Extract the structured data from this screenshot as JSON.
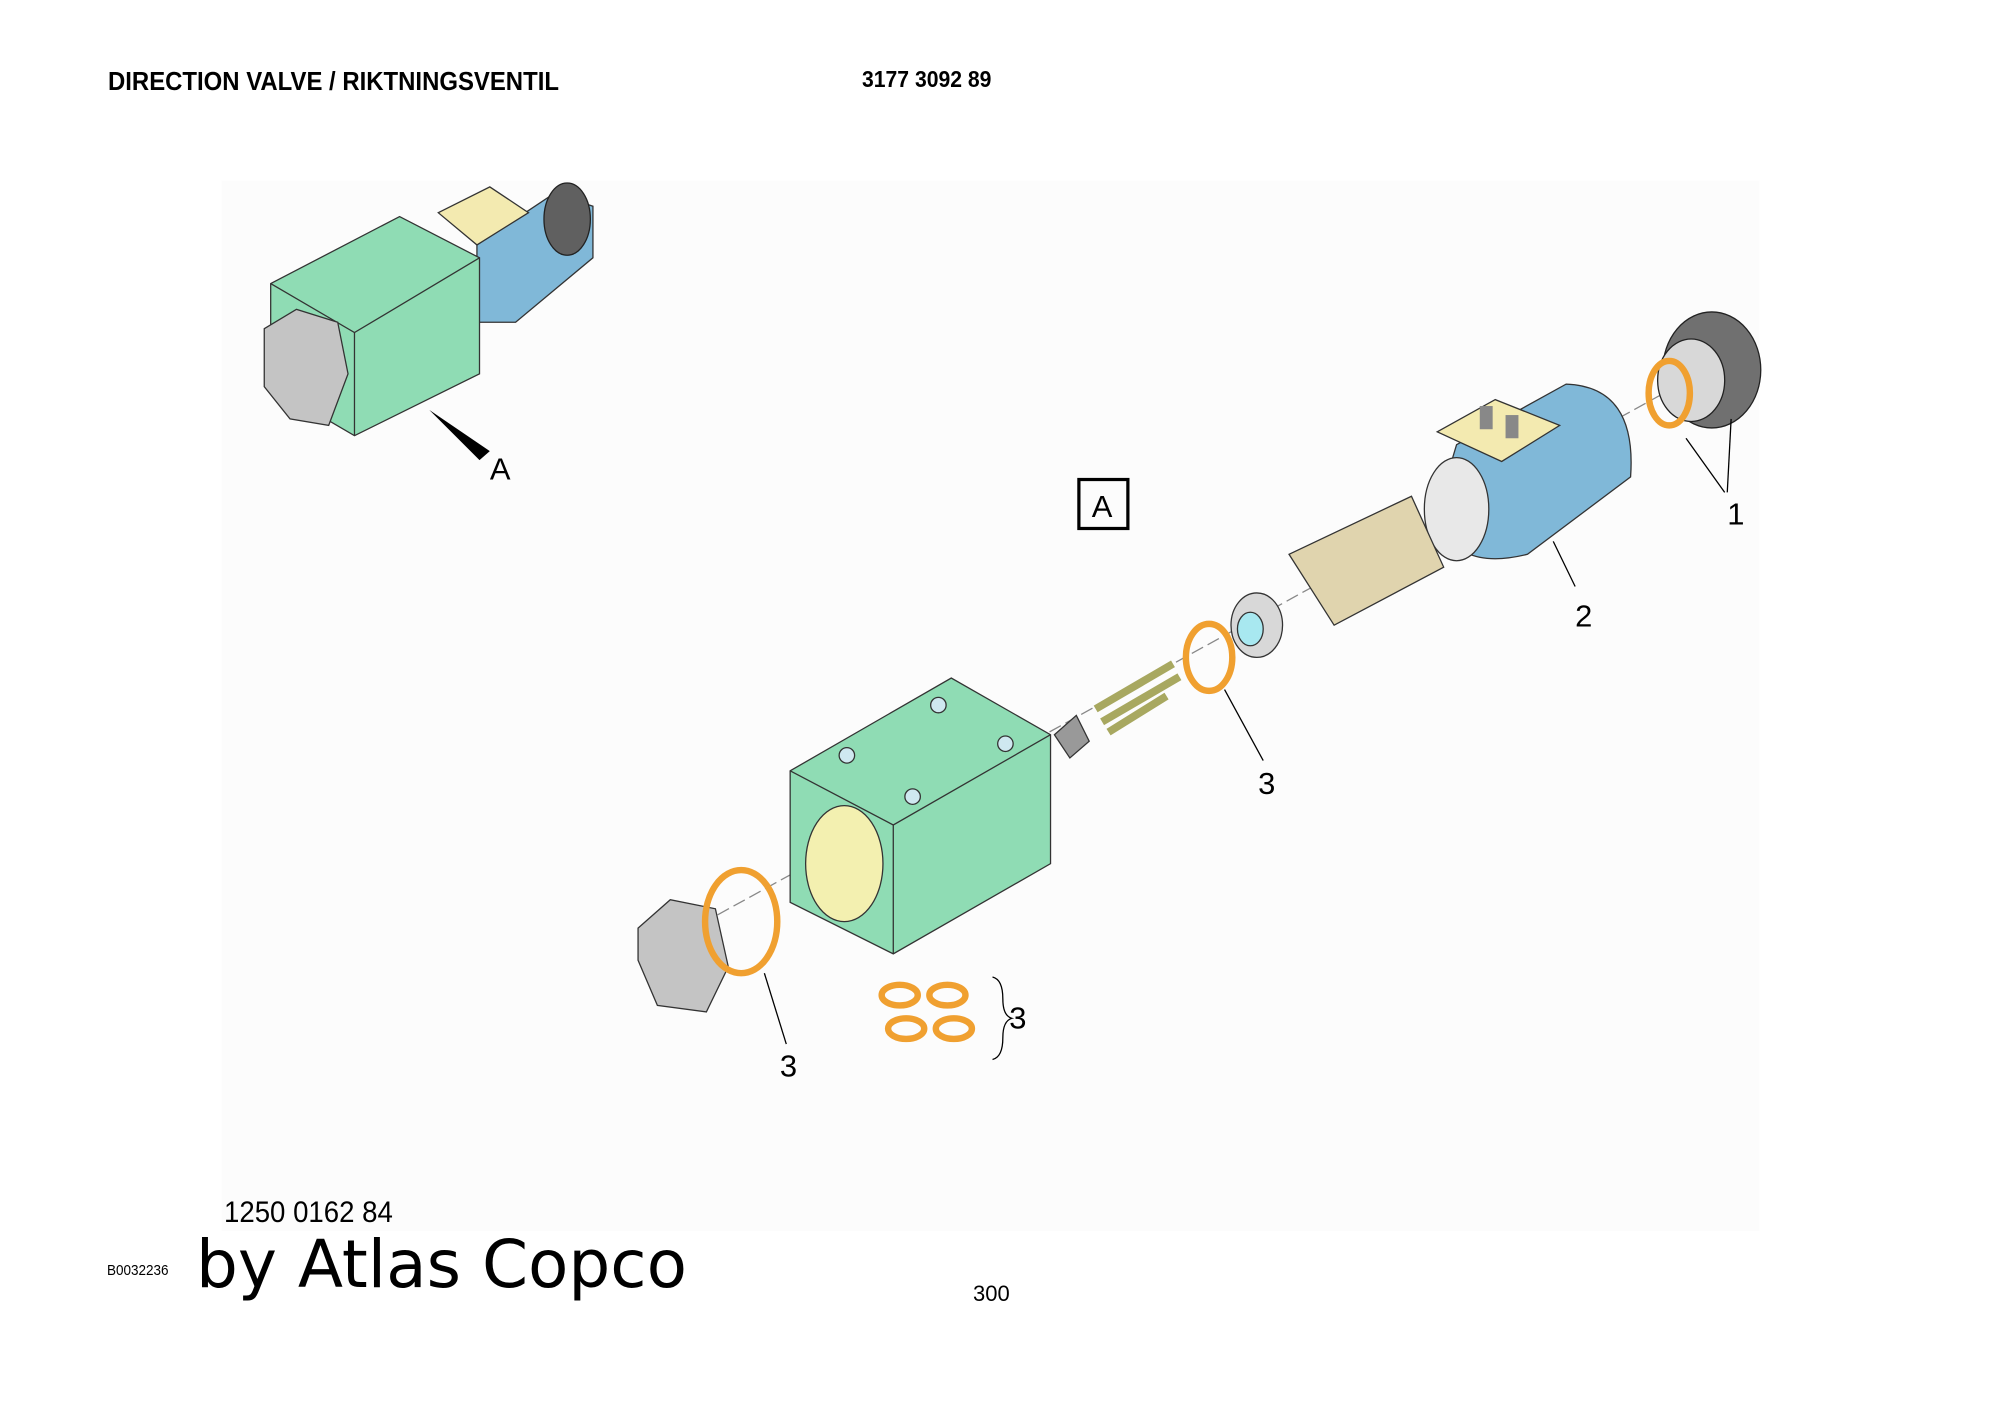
{
  "header": {
    "title": "DIRECTION VALVE / RIKTNINGSVENTIL",
    "part_number": "3177 3092 89"
  },
  "drawing": {
    "view_label": "A",
    "box_label": "A",
    "callouts": [
      "1",
      "2",
      "3",
      "3",
      "3"
    ],
    "colors": {
      "body": "#8fdcb4",
      "coil": "#80b8d8",
      "connector": "#f3eab0",
      "oring": "#f0a030",
      "plug": "#c4c4c4",
      "tube": "#e0d4ae",
      "nut": "#707070"
    }
  },
  "footer": {
    "reference": "1250 0162 84",
    "brand": "by Atlas Copco",
    "drawing_code": "B0032236",
    "page_number": "300"
  }
}
